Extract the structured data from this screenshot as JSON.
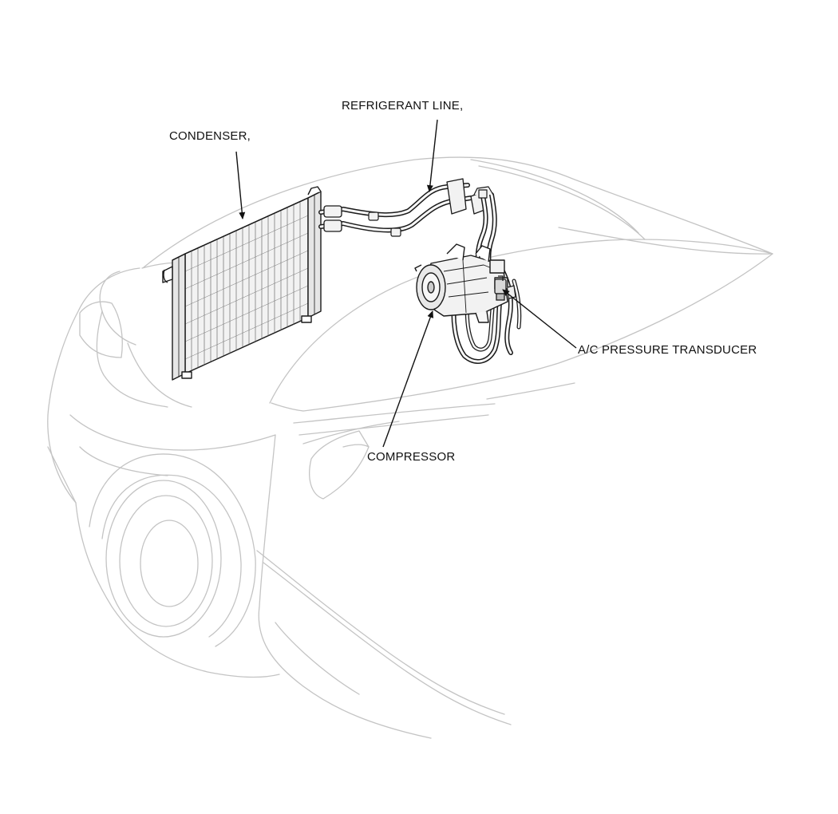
{
  "labels": {
    "condenser": "CONDENSER,",
    "refrigerant_line": "REFRIGERANT LINE,",
    "pressure_transducer": "A/C PRESSURE TRANSDUCER",
    "compressor": "COMPRESSOR"
  },
  "colors": {
    "body_outline": "#c4c4c4",
    "component_ink": "#1a1a1a",
    "component_fill": "#f2f2f2",
    "callout": "#111111"
  }
}
